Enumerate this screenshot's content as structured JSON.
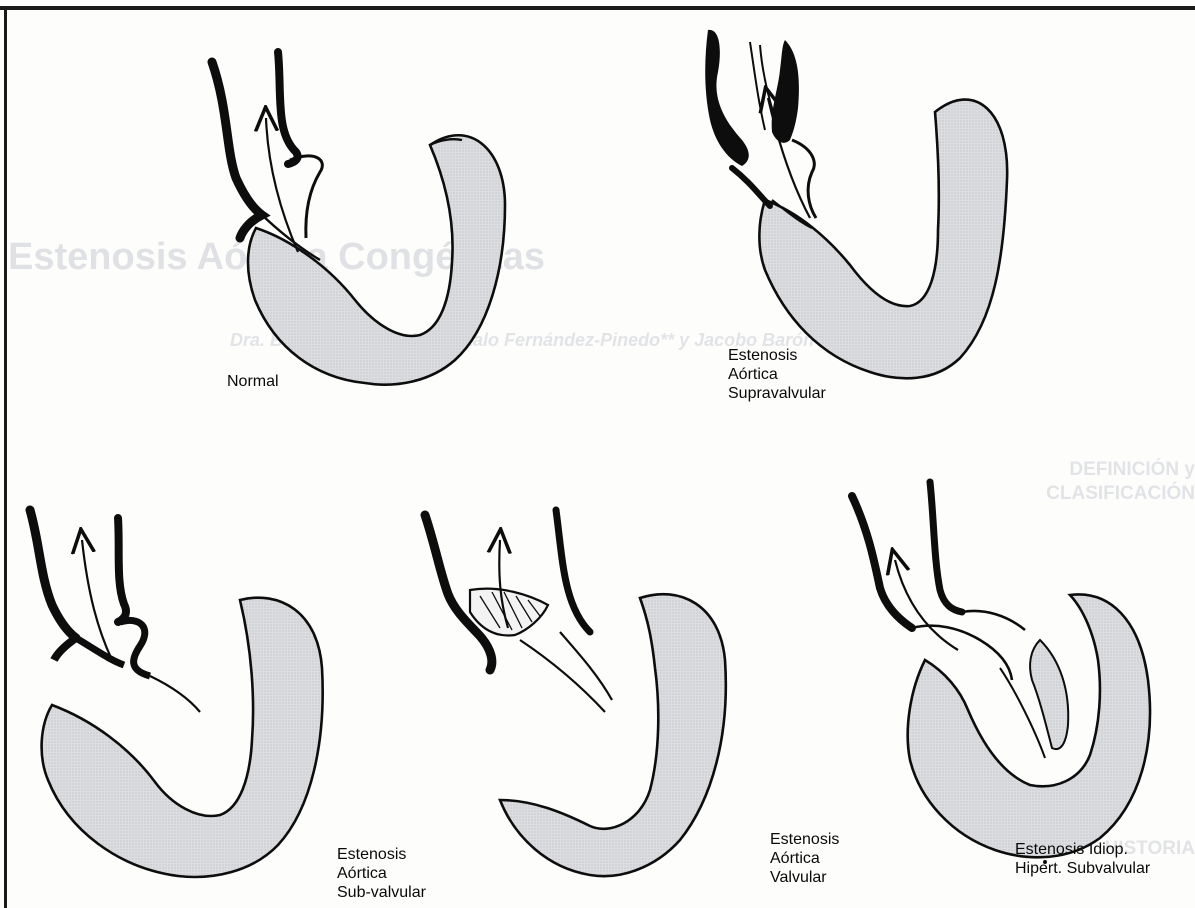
{
  "labels": {
    "normal": "Normal",
    "supravalvular": [
      "Estenosis",
      "Aórtica",
      "Supravalvular"
    ],
    "subvalvular": [
      "Estenosis",
      "Aórtica",
      "Sub-valvular"
    ],
    "valvular": [
      "Estenosis",
      "Aórtica",
      "Valvular"
    ],
    "idiopathic": [
      "Estenosis Idiop.",
      "Hipert. Subvalvular"
    ]
  },
  "bleed_through": {
    "title": "Estenosis Aórtica Congénitas",
    "authors": "Dra. Beatriz O. Barón*, Gonzalo Fernández-Pinedo** y Jacobo Barón***",
    "section_heading": [
      "DEFINICIÓN y",
      "CLASIFICACIÓN"
    ],
    "section_heading_2": "HISTORIA"
  },
  "colors": {
    "ink": "#0d0d0d",
    "myocardium_fill": "#d9dadd",
    "paper": "#fdfdfc",
    "bleed_through": "#c9cbd2"
  }
}
